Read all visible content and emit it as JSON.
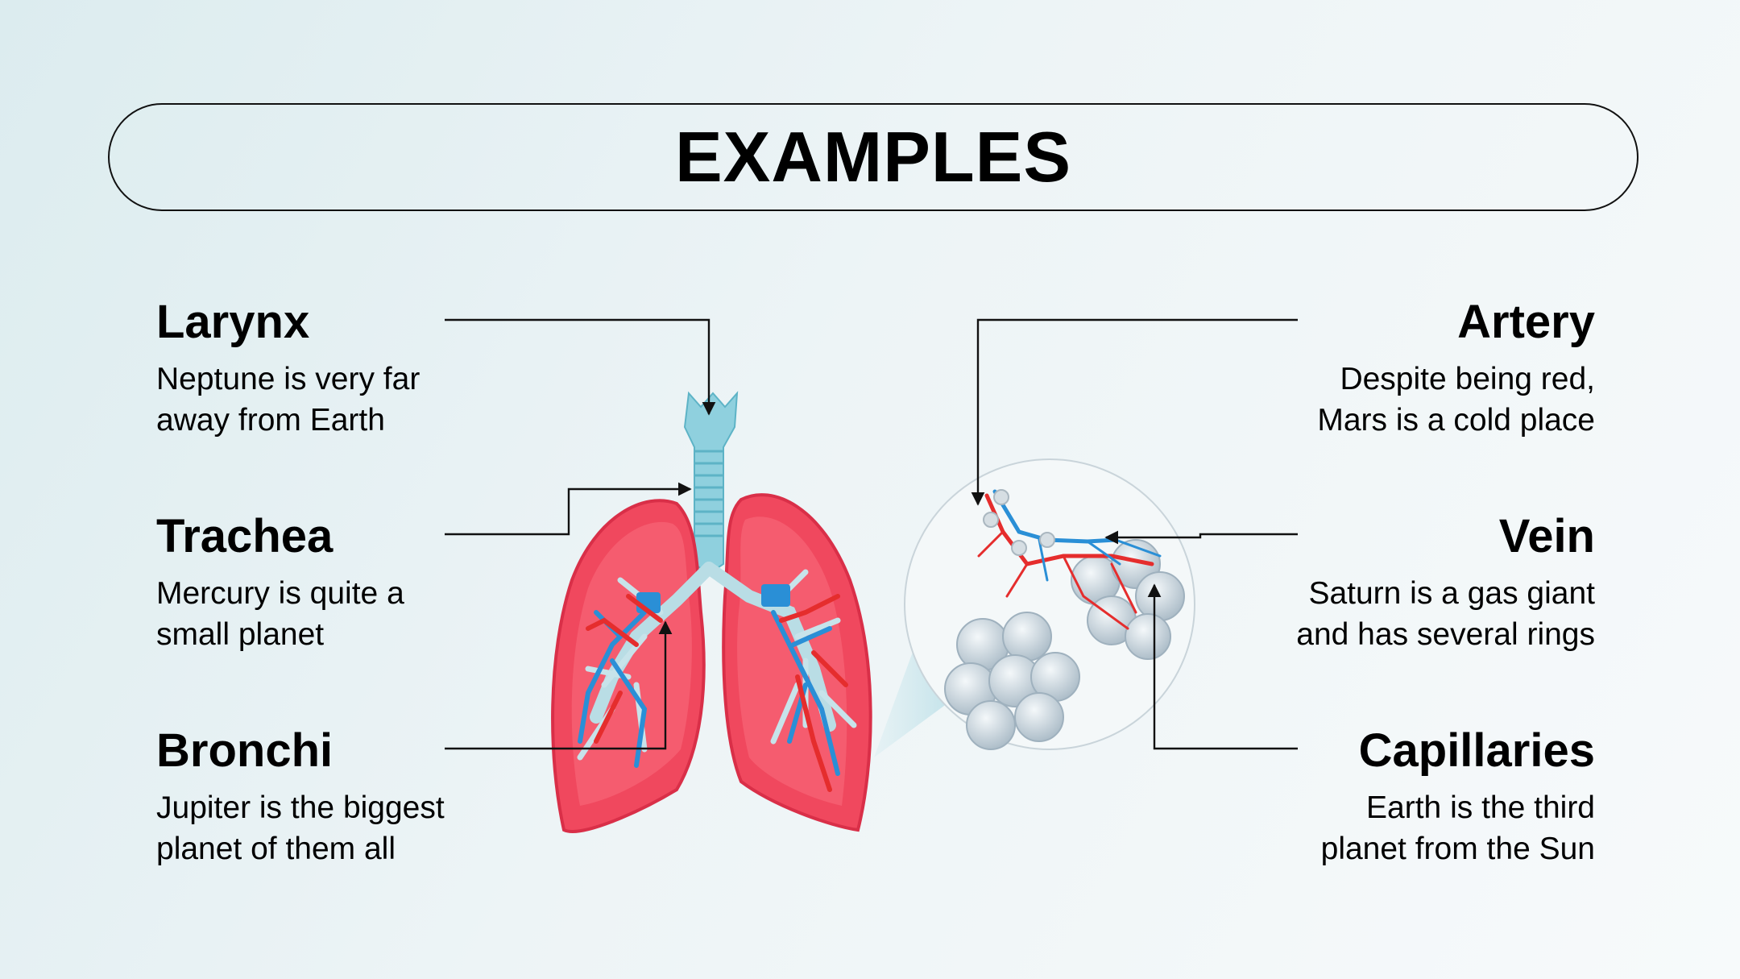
{
  "title": "EXAMPLES",
  "left_items": [
    {
      "heading": "Larynx",
      "text_line1": "Neptune is very far",
      "text_line2": "away from Earth"
    },
    {
      "heading": "Trachea",
      "text_line1": "Mercury is quite a",
      "text_line2": "small planet"
    },
    {
      "heading": "Bronchi",
      "text_line1": "Jupiter is the biggest",
      "text_line2": "planet of them all"
    }
  ],
  "right_items": [
    {
      "heading": "Artery",
      "text_line1": "Despite being red,",
      "text_line2": "Mars is a cold place"
    },
    {
      "heading": "Vein",
      "text_line1": "Saturn is a gas giant",
      "text_line2": "and has several rings"
    },
    {
      "heading": "Capillaries",
      "text_line1": "Earth is the third",
      "text_line2": "planet from the Sun"
    }
  ],
  "colors": {
    "lung": "#f0485e",
    "lung_dark": "#d92f48",
    "trachea": "#8fd0de",
    "vein": "#2a8fd6",
    "artery": "#e52d2d",
    "alveoli": "#c9d7e0"
  }
}
